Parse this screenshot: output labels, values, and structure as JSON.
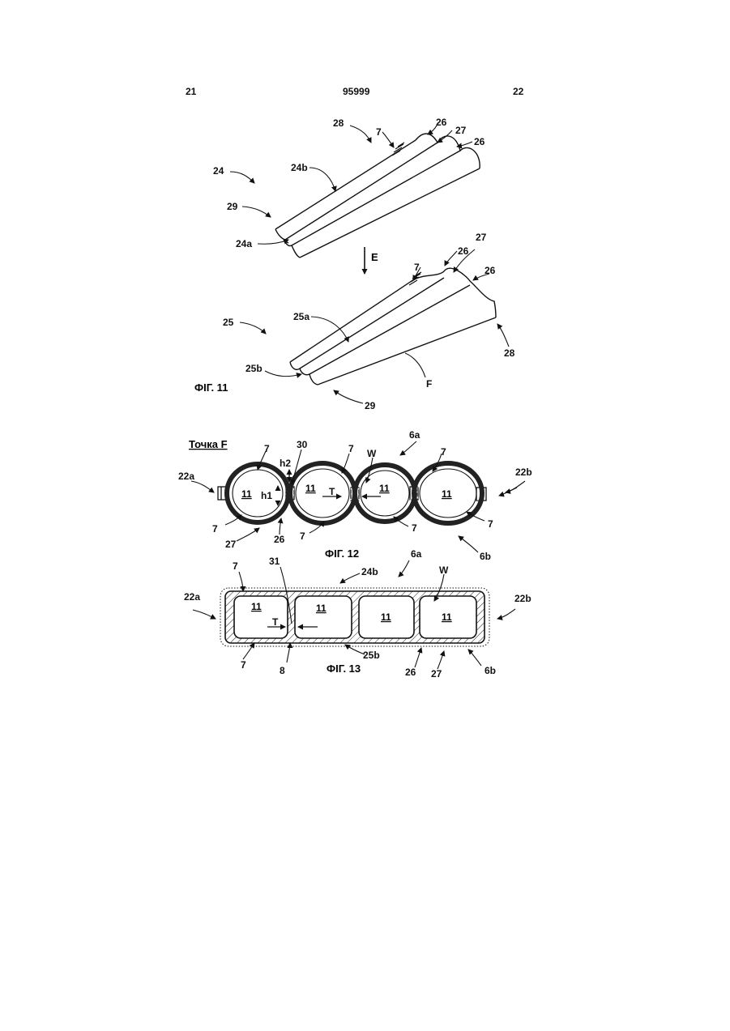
{
  "header": {
    "left_page": "21",
    "number": "95999",
    "right_page": "22"
  },
  "fig11": {
    "caption": "ФIГ. 11",
    "arrow_label": "E",
    "top_part": {
      "ref": "24",
      "surface_b": "24b",
      "edge_a": "24a",
      "end_near": "29",
      "end_far": "28",
      "seam": "7",
      "rib": "26",
      "groove": "27",
      "rib_2": "26"
    },
    "bottom_part": {
      "ref": "25",
      "surface_a": "25a",
      "edge_b": "25b",
      "end_near": "29",
      "end_far": "28",
      "seam": "7",
      "rib": "26",
      "groove": "27",
      "rib_2": "26",
      "fold": "F"
    }
  },
  "fig12": {
    "caption": "ФIГ. 12",
    "view_label": "Точка F",
    "cell_label": "11",
    "labels": {
      "top_side": "6a",
      "bottom_side": "6b",
      "left_end": "22a",
      "right_end": "22b",
      "seam": "7",
      "weld": "30",
      "h1": "h1",
      "h2": "h2",
      "thickness": "T",
      "width": "W",
      "rib": "26",
      "groove": "27"
    }
  },
  "fig13": {
    "caption": "ФIГ. 13",
    "cell_label": "11",
    "labels": {
      "top_side": "6a",
      "bottom_side": "6b",
      "left_end": "22a",
      "right_end": "22b",
      "seam": "7",
      "wall": "31",
      "outer": "8",
      "top_layer": "24b",
      "bottom_layer": "25b",
      "thickness": "T",
      "width": "W",
      "rib": "26",
      "groove": "27"
    }
  }
}
